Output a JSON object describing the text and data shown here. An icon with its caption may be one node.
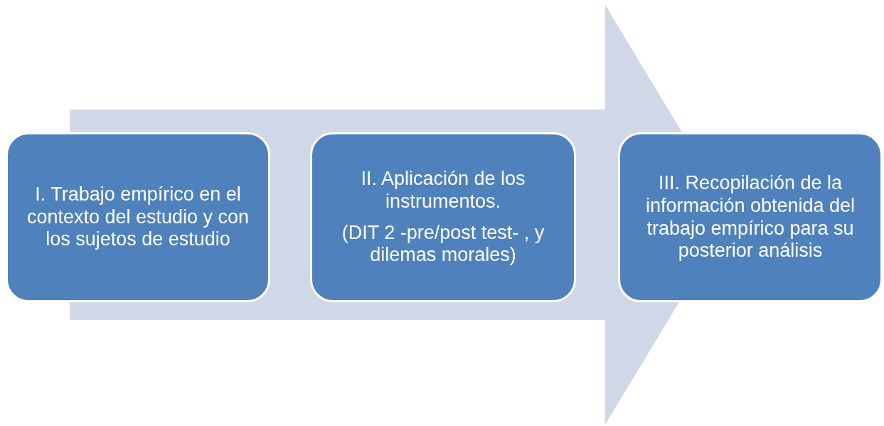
{
  "diagram": {
    "nodes": [
      {
        "text": [
          "I. Trabajo empírico en el contexto del estudio y con los sujetos de estudio"
        ]
      },
      {
        "text": [
          "II. Aplicación de los instrumentos.",
          "(DIT 2 -pre/post test- , y dilemas morales)"
        ]
      },
      {
        "text": [
          "III. Recopilación de la información obtenida del trabajo empírico para su posterior análisis"
        ]
      }
    ],
    "edges": [
      {
        "from": 0,
        "to": 2,
        "arrow": "to"
      }
    ]
  }
}
